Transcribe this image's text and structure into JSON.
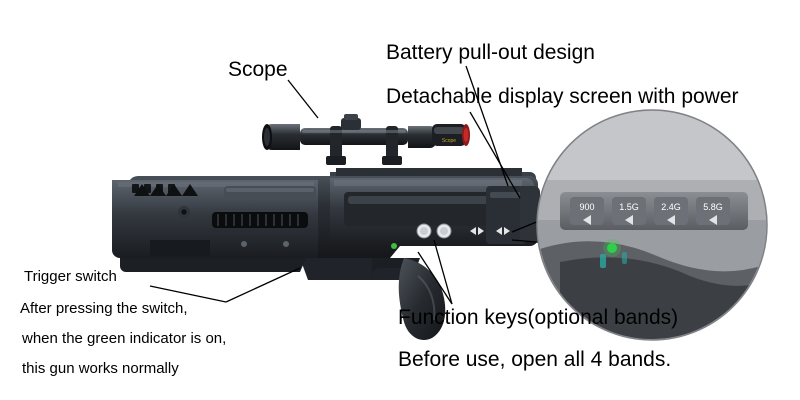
{
  "image": {
    "title": "Toy gun product annotated diagram",
    "background": "#ffffff"
  },
  "annotations": {
    "scope": "Scope",
    "battery": "Battery pull-out design",
    "display": "Detachable display screen with power",
    "function_keys": "Function keys(optional bands)",
    "before_use": "Before use, open all 4  bands.",
    "trigger_line1": "Trigger switch",
    "trigger_line2": "After pressing the switch,",
    "trigger_line3": " when the green indicator is on,",
    "trigger_line4": "this gun works normally"
  },
  "inset": {
    "name": "display-screen-closeup",
    "bands": [
      "900",
      "1.5G",
      "2.4G",
      "5.8G"
    ]
  },
  "colors": {
    "body_dark": "#1d1f22",
    "body_mid": "#33373c",
    "body_light": "#5a6068",
    "line": "#000000",
    "indicator_green": "#3fbf3f",
    "text": "#000000"
  }
}
